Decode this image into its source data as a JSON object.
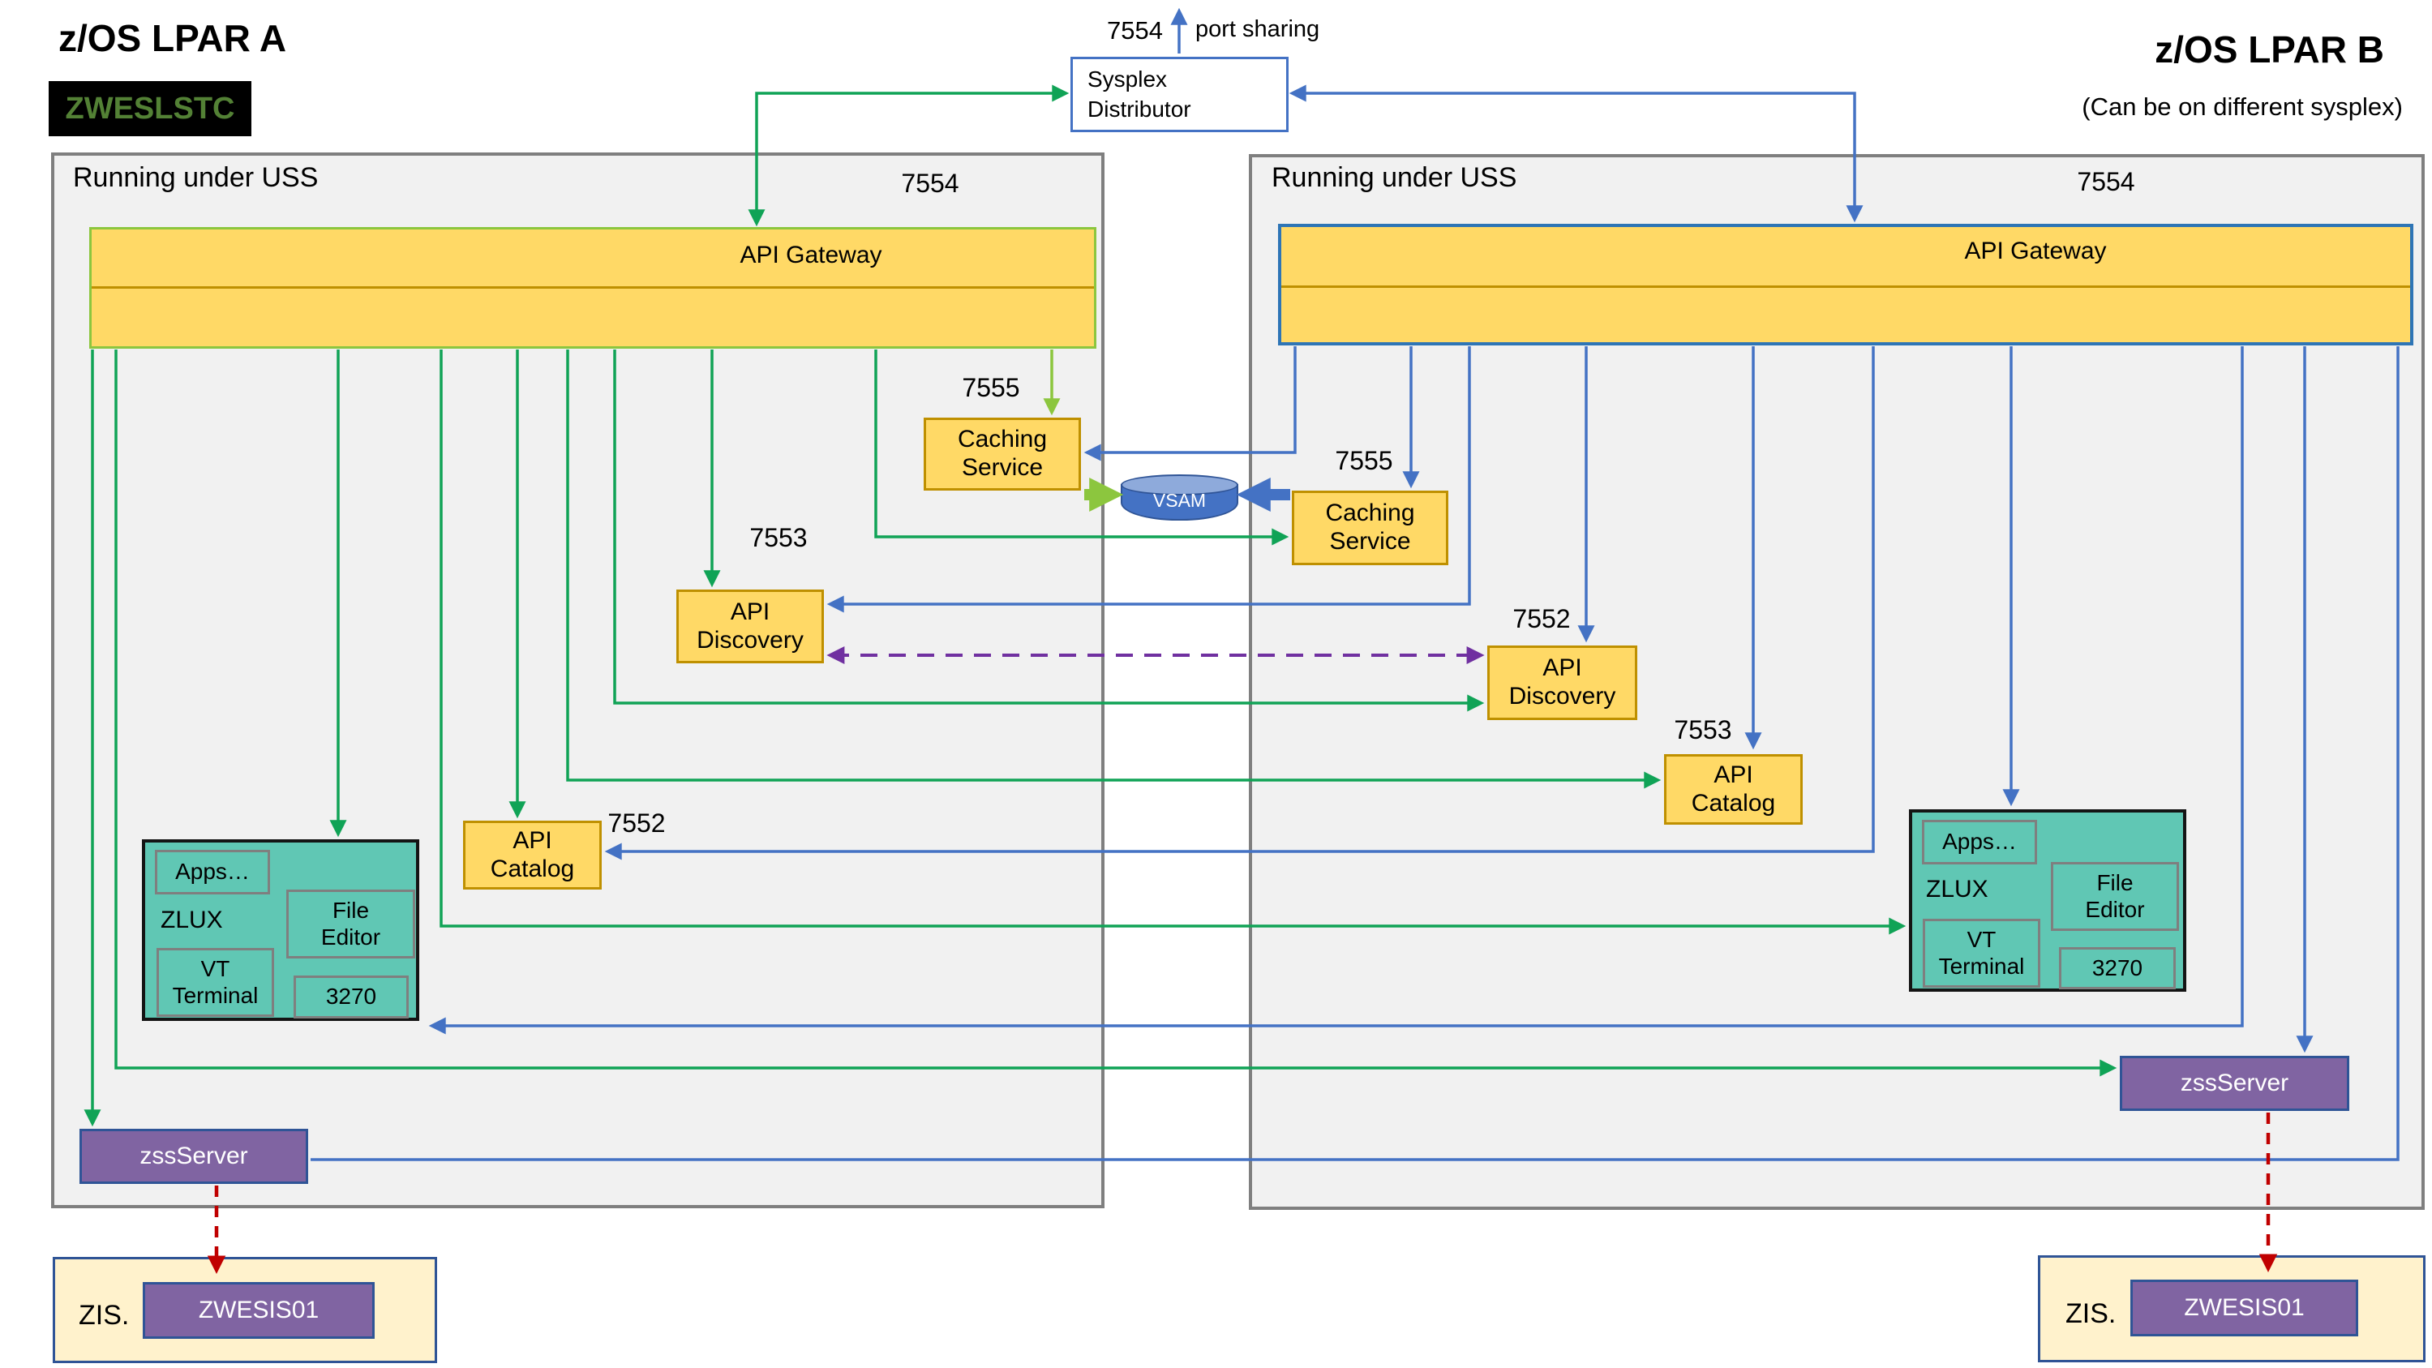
{
  "colors": {
    "green_line": "#10A356",
    "light_green": "#8CC63E",
    "blue_line": "#4472C4",
    "purple_dash": "#7030A0",
    "red_dash": "#C00000",
    "yellow_fill": "#FFD966",
    "yellow_border": "#BF9000",
    "teal_fill": "#60C7B4",
    "purple_box": "#8064A2",
    "cream_fill": "#FFF2CC",
    "panel_fill": "#F1F1F1"
  },
  "header": {
    "lpar_a_title": "z/OS LPAR A",
    "lpar_b_title": "z/OS LPAR B",
    "lpar_b_subtitle": "(Can be on different sysplex)",
    "zweslstc_badge": "ZWESLSTC"
  },
  "distributor": {
    "label": "Sysplex Distributor",
    "port": "7554",
    "note": "port sharing"
  },
  "vsam": {
    "label": "VSAM"
  },
  "lpar_a": {
    "uss_label": "Running under USS",
    "gateway_port": "7554",
    "gateway_label": "API Gateway",
    "caching_port": "7555",
    "caching_label": "Caching Service",
    "discovery_port": "7553",
    "discovery_label": "API Discovery",
    "catalog_port": "7552",
    "catalog_label": "API Catalog",
    "zlux": {
      "apps": "Apps…",
      "name": "ZLUX",
      "file_editor": "File Editor",
      "vt_terminal": "VT Terminal",
      "terminal_3270": "3270"
    },
    "zss_label": "zssServer",
    "zis_label": "ZIS.",
    "zis_server": "ZWESIS01"
  },
  "lpar_b": {
    "uss_label": "Running under USS",
    "gateway_port": "7554",
    "gateway_label": "API Gateway",
    "caching_port": "7555",
    "caching_label": "Caching Service",
    "discovery_port": "7552",
    "discovery_label": "API Discovery",
    "catalog_port": "7553",
    "catalog_label": "API Catalog",
    "zlux": {
      "apps": "Apps…",
      "name": "ZLUX",
      "file_editor": "File Editor",
      "vt_terminal": "VT Terminal",
      "terminal_3270": "3270"
    },
    "zss_label": "zssServer",
    "zis_label": "ZIS.",
    "zis_server": "ZWESIS01"
  }
}
